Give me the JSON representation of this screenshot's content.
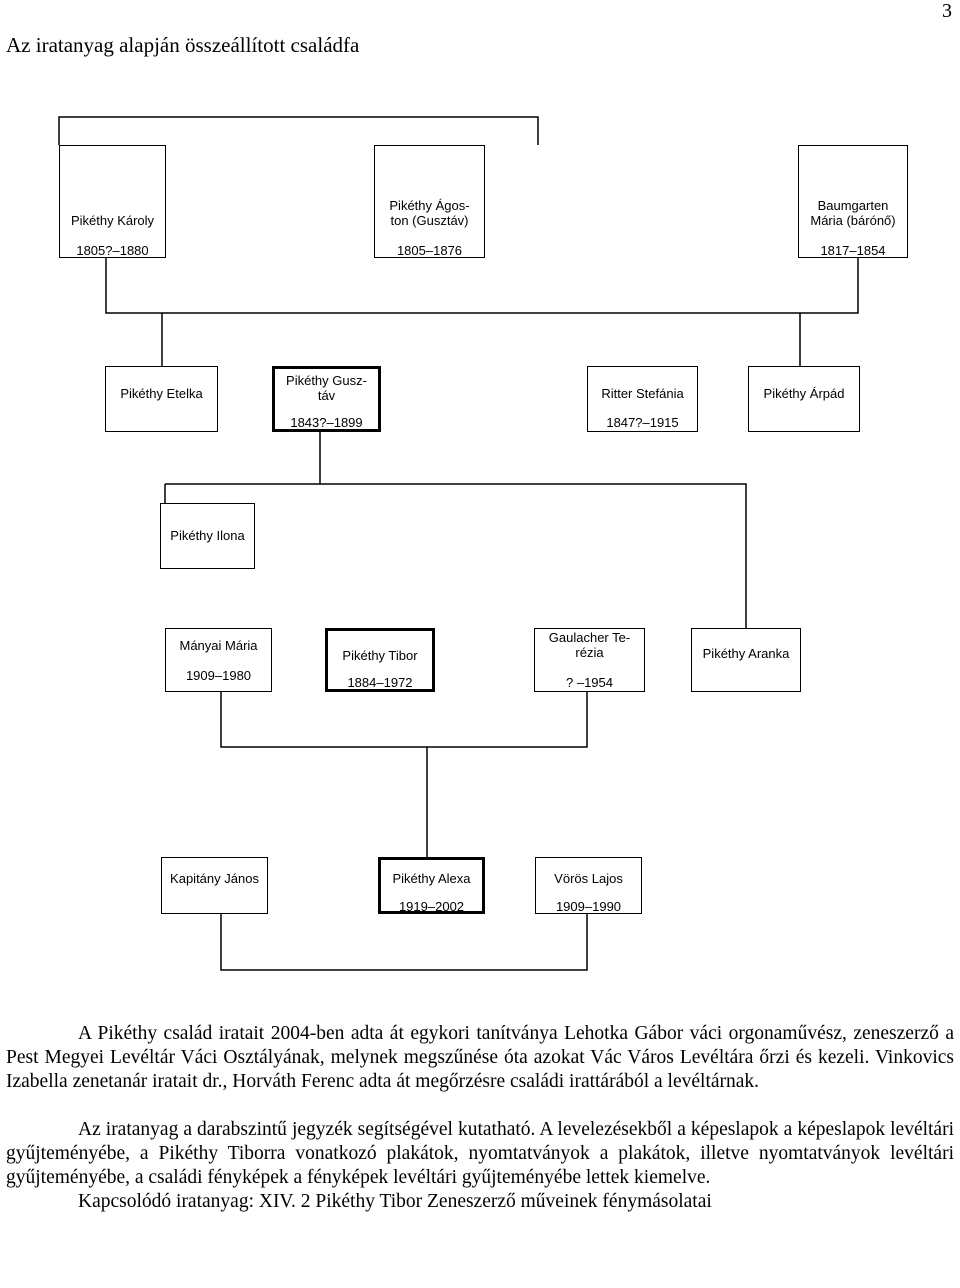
{
  "page_number": "3",
  "title": "Az iratanyag alapján összeállított családfa",
  "tree": {
    "gen1": [
      {
        "name": "Pikéthy Károly",
        "dates": "1805?–1880"
      },
      {
        "name": "Pikéthy Ágos-\nton (Gusztáv)",
        "dates": "1805–1876"
      },
      {
        "name": "Baumgarten\nMária (bárónő)",
        "dates": "1817–1854"
      }
    ],
    "gen2": [
      {
        "name": "Pikéthy Etelka",
        "dates": ""
      },
      {
        "name": "Pikéthy Gusz-\ntáv",
        "dates": "1843?–1899"
      },
      {
        "name": "Ritter Stefánia",
        "dates": "1847?–1915"
      },
      {
        "name": "Pikéthy Árpád",
        "dates": ""
      }
    ],
    "gen3": [
      {
        "name": "Pikéthy Ilona",
        "dates": ""
      }
    ],
    "gen4": [
      {
        "name": "Mányai Mária",
        "dates": "1909–1980"
      },
      {
        "name": "Pikéthy Tibor",
        "dates": "1884–1972"
      },
      {
        "name": "Gaulacher Te-\nrézia",
        "dates": "? –1954"
      },
      {
        "name": "Pikéthy Aranka",
        "dates": ""
      }
    ],
    "gen5": [
      {
        "name": "Kapitány János",
        "dates": ""
      },
      {
        "name": "Pikéthy Alexa",
        "dates": "1919–2002"
      },
      {
        "name": "Vörös Lajos",
        "dates": "1909–1990"
      }
    ]
  },
  "paragraphs": [
    "A Pikéthy család iratait 2004-ben adta át egykori tanítványa Lehotka Gábor váci orgonaművész, zeneszerző a Pest Megyei Levéltár Váci Osztályának, melynek megszűnése óta azokat Vác Város Levéltára őrzi és kezeli. Vinkovics Izabella zenetanár iratait dr., Horváth Ferenc adta át megőrzésre családi irattárából a levéltárnak.",
    "Az iratanyag a darabszintű jegyzék segítségével kutatható. A levelezésekből a képeslapok a képeslapok levéltári gyűjteményébe, a Pikéthy Tiborra vonatkozó plakátok, nyomtatványok a plakátok, illetve nyomtatványok levéltári gyűjteményébe, a családi fényképek a fényképek levéltári gyűjteményébe lettek kiemelve.",
    "Kapcsolódó iratanyag: XIV. 2 Pikéthy Tibor Zeneszerző műveinek fénymásolatai"
  ]
}
